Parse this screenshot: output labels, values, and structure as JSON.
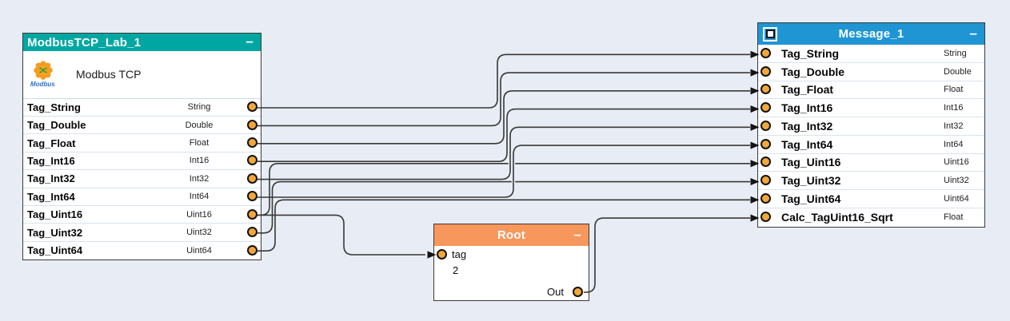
{
  "canvas": {
    "background": "#e8edf5",
    "wire_color": "#383838",
    "port_color": "#f2a73c"
  },
  "icons": {
    "minimize_glyph": "–"
  },
  "nodes": {
    "modbus": {
      "title": "ModbusTCP_Lab_1",
      "header_color": "#00a7a2",
      "device_label": "Modbus TCP",
      "logo_text": "Modbus",
      "rows": [
        {
          "name": "Tag_String",
          "type": "String"
        },
        {
          "name": "Tag_Double",
          "type": "Double"
        },
        {
          "name": "Tag_Float",
          "type": "Float"
        },
        {
          "name": "Tag_Int16",
          "type": "Int16"
        },
        {
          "name": "Tag_Int32",
          "type": "Int32"
        },
        {
          "name": "Tag_Int64",
          "type": "Int64"
        },
        {
          "name": "Tag_Uint16",
          "type": "Uint16"
        },
        {
          "name": "Tag_Uint32",
          "type": "Uint32"
        },
        {
          "name": "Tag_Uint64",
          "type": "Uint64"
        }
      ]
    },
    "root": {
      "title": "Root",
      "header_color": "#f8975c",
      "input": {
        "name": "tag",
        "value": "2"
      },
      "output": {
        "name": "Out"
      }
    },
    "message": {
      "title": "Message_1",
      "header_color": "#1f95d4",
      "rows": [
        {
          "name": "Tag_String",
          "type": "String"
        },
        {
          "name": "Tag_Double",
          "type": "Double"
        },
        {
          "name": "Tag_Float",
          "type": "Float"
        },
        {
          "name": "Tag_Int16",
          "type": "Int16"
        },
        {
          "name": "Tag_Int32",
          "type": "Int32"
        },
        {
          "name": "Tag_Int64",
          "type": "Int64"
        },
        {
          "name": "Tag_Uint16",
          "type": "Uint16"
        },
        {
          "name": "Tag_Uint32",
          "type": "Uint32"
        },
        {
          "name": "Tag_Uint64",
          "type": "Uint64"
        },
        {
          "name": "Calc_TagUint16_Sqrt",
          "type": "Float"
        }
      ]
    }
  },
  "connections": [
    {
      "from": "ModbusTCP_Lab_1.Tag_String",
      "to": "Message_1.Tag_String"
    },
    {
      "from": "ModbusTCP_Lab_1.Tag_Double",
      "to": "Message_1.Tag_Double"
    },
    {
      "from": "ModbusTCP_Lab_1.Tag_Float",
      "to": "Message_1.Tag_Float"
    },
    {
      "from": "ModbusTCP_Lab_1.Tag_Int16",
      "to": "Message_1.Tag_Int16"
    },
    {
      "from": "ModbusTCP_Lab_1.Tag_Int32",
      "to": "Message_1.Tag_Int32"
    },
    {
      "from": "ModbusTCP_Lab_1.Tag_Int64",
      "to": "Message_1.Tag_Int64"
    },
    {
      "from": "ModbusTCP_Lab_1.Tag_Uint16",
      "to": "Message_1.Tag_Uint16"
    },
    {
      "from": "ModbusTCP_Lab_1.Tag_Uint32",
      "to": "Message_1.Tag_Uint32"
    },
    {
      "from": "ModbusTCP_Lab_1.Tag_Uint64",
      "to": "Message_1.Tag_Uint64"
    },
    {
      "from": "ModbusTCP_Lab_1.Tag_Uint16",
      "to": "Root.tag"
    },
    {
      "from": "Root.Out",
      "to": "Message_1.Calc_TagUint16_Sqrt"
    }
  ]
}
